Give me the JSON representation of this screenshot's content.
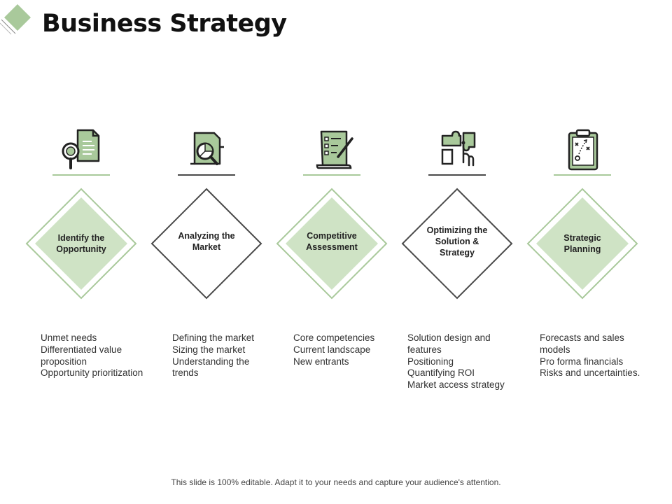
{
  "title": "Business Strategy",
  "colors": {
    "accent": "#a9c99b",
    "accent_light": "#cfe3c5",
    "dark": "#4a4a4a"
  },
  "steps": [
    {
      "label": "Identify the Opportunity",
      "icon": "magnifier-document-icon",
      "style": "green",
      "points": [
        "Unmet needs",
        "Differentiated value",
        "proposition",
        "Opportunity prioritization"
      ]
    },
    {
      "label": "Analyzing the Market",
      "icon": "pie-chart-search-icon",
      "style": "outline",
      "points": [
        "Defining the market",
        "Sizing the market",
        "Understanding the",
        "trends"
      ]
    },
    {
      "label": "Competitive Assessment",
      "icon": "checklist-scroll-icon",
      "style": "green",
      "points": [
        "Core competencies",
        "Current landscape",
        "New entrants"
      ]
    },
    {
      "label": "Optimizing the Solution & Strategy",
      "icon": "puzzle-hand-icon",
      "style": "outline",
      "points": [
        "Solution design and",
        "features",
        "Positioning",
        "Quantifying ROI",
        "Market access strategy"
      ]
    },
    {
      "label": "Strategic Planning",
      "icon": "clipboard-plan-icon",
      "style": "green",
      "points": [
        "Forecasts and sales",
        "models",
        "Pro forma financials",
        "Risks and uncertainties."
      ]
    }
  ],
  "footer": "This slide is 100% editable. Adapt it to your needs and capture your audience's attention."
}
